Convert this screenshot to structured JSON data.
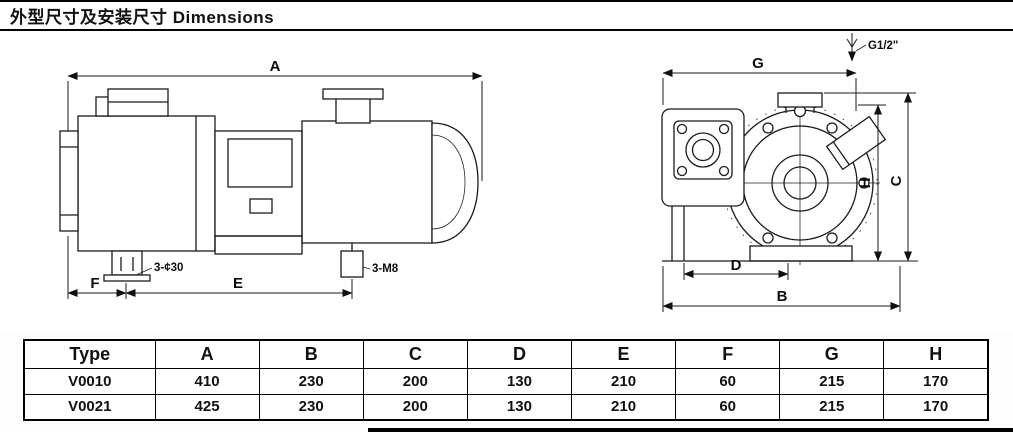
{
  "title": "外型尺寸及安装尺寸 Dimensions",
  "side_view": {
    "dim_a": "A",
    "dim_e": "E",
    "dim_f": "F",
    "note_feet": "3-¢30",
    "note_bolt": "3-M8"
  },
  "end_view": {
    "dim_g": "G",
    "dim_b": "B",
    "dim_c": "C",
    "dim_d": "D",
    "dim_h": "H",
    "port_label": "G1/2\""
  },
  "table": {
    "headers": [
      "Type",
      "A",
      "B",
      "C",
      "D",
      "E",
      "F",
      "G",
      "H"
    ],
    "rows": [
      [
        "V0010",
        "410",
        "230",
        "200",
        "130",
        "210",
        "60",
        "215",
        "170"
      ],
      [
        "V0021",
        "425",
        "230",
        "200",
        "130",
        "210",
        "60",
        "215",
        "170"
      ]
    ]
  }
}
